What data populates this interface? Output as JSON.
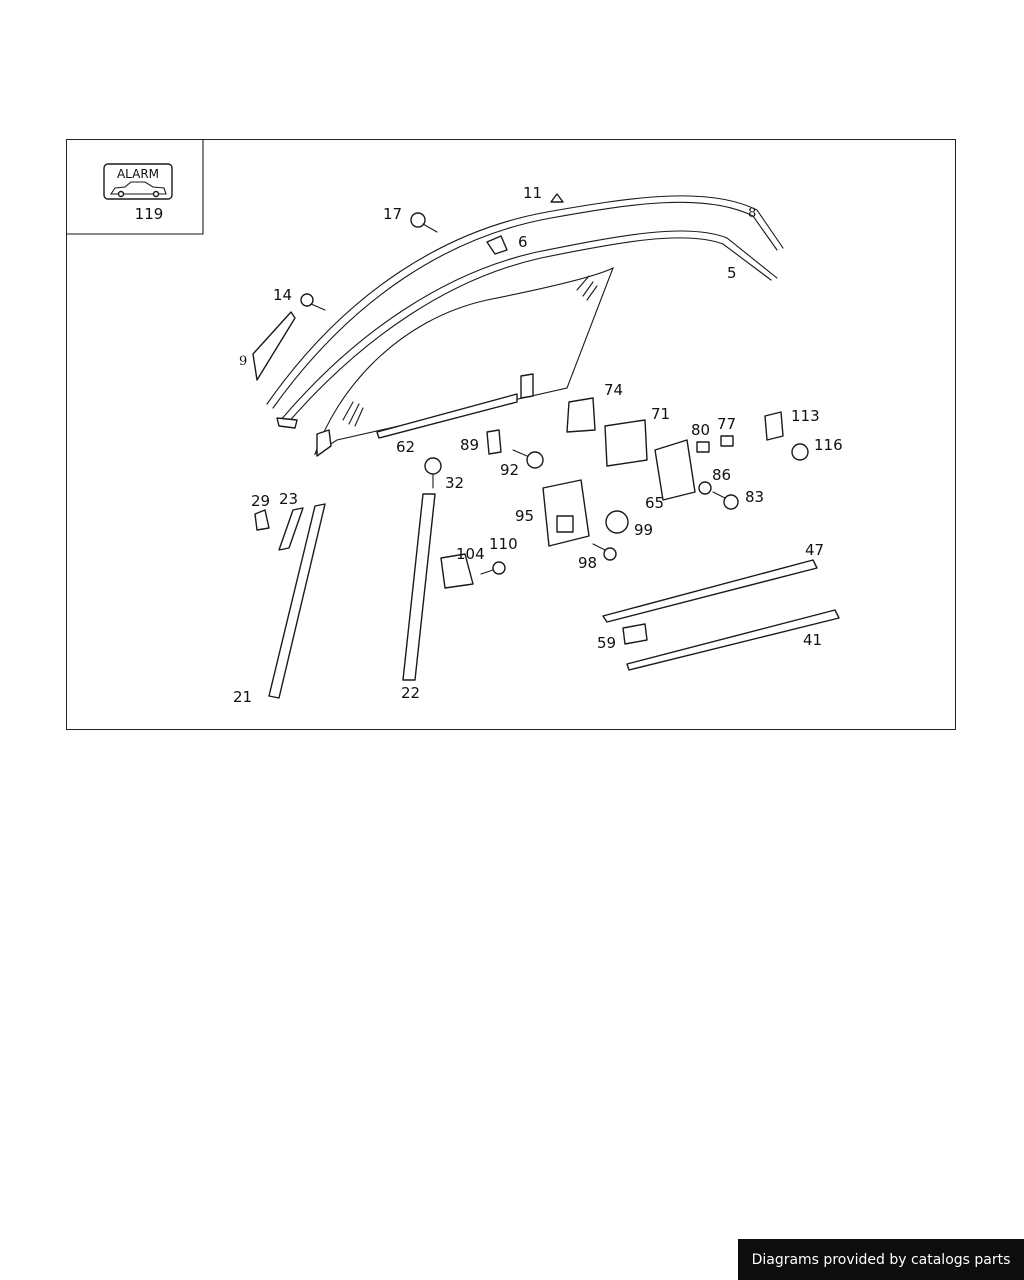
{
  "inset": {
    "badge_text": "ALARM",
    "part_number": "119"
  },
  "callouts": [
    {
      "id": "c5",
      "label": "5"
    },
    {
      "id": "c6",
      "label": "6"
    },
    {
      "id": "c8",
      "label": "8"
    },
    {
      "id": "c9",
      "label": "9"
    },
    {
      "id": "c11",
      "label": "11"
    },
    {
      "id": "c14",
      "label": "14"
    },
    {
      "id": "c17",
      "label": "17"
    },
    {
      "id": "c21",
      "label": "21"
    },
    {
      "id": "c22",
      "label": "22"
    },
    {
      "id": "c23",
      "label": "23"
    },
    {
      "id": "c29",
      "label": "29"
    },
    {
      "id": "c32",
      "label": "32"
    },
    {
      "id": "c41",
      "label": "41"
    },
    {
      "id": "c47",
      "label": "47"
    },
    {
      "id": "c59",
      "label": "59"
    },
    {
      "id": "c62",
      "label": "62"
    },
    {
      "id": "c65",
      "label": "65"
    },
    {
      "id": "c71",
      "label": "71"
    },
    {
      "id": "c74",
      "label": "74"
    },
    {
      "id": "c77",
      "label": "77"
    },
    {
      "id": "c80",
      "label": "80"
    },
    {
      "id": "c83",
      "label": "83"
    },
    {
      "id": "c86",
      "label": "86"
    },
    {
      "id": "c89",
      "label": "89"
    },
    {
      "id": "c92",
      "label": "92"
    },
    {
      "id": "c95",
      "label": "95"
    },
    {
      "id": "c98",
      "label": "98"
    },
    {
      "id": "c99",
      "label": "99"
    },
    {
      "id": "c104",
      "label": "104"
    },
    {
      "id": "c110",
      "label": "110"
    },
    {
      "id": "c113",
      "label": "113"
    },
    {
      "id": "c116",
      "label": "116"
    }
  ],
  "footer": {
    "credit": "Diagrams provided by catalogs parts"
  }
}
